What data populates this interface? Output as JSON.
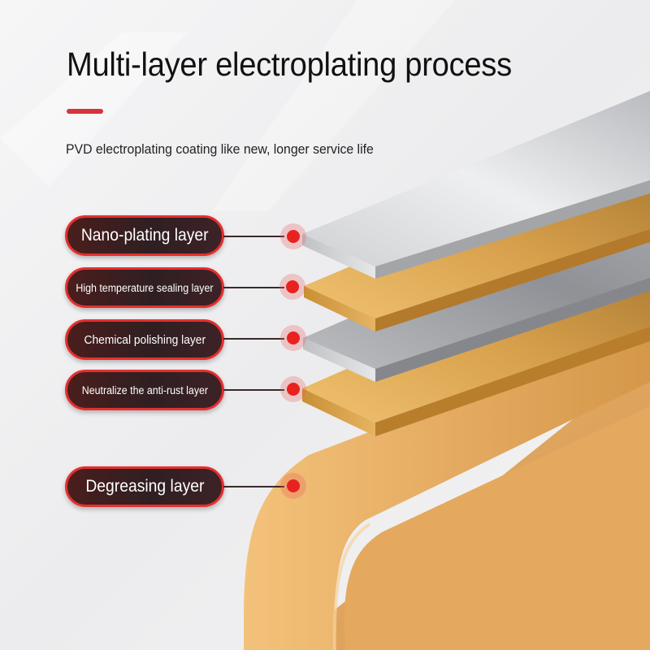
{
  "heading": {
    "title": "Multi-layer electroplating process",
    "subtitle": "PVD electroplating coating like new, longer service life"
  },
  "layers": [
    {
      "label": "Nano-plating layer"
    },
    {
      "label": "High temperature sealing layer"
    },
    {
      "label": "Chemical polishing layer"
    },
    {
      "label": "Neutralize the anti-rust layer"
    },
    {
      "label": "Degreasing layer"
    }
  ],
  "colors": {
    "accent": "#d8323b",
    "pill_border": "#e52f2f",
    "marker": "#e8231f",
    "gold": "#e0a850",
    "silver": "#d9dadc"
  }
}
